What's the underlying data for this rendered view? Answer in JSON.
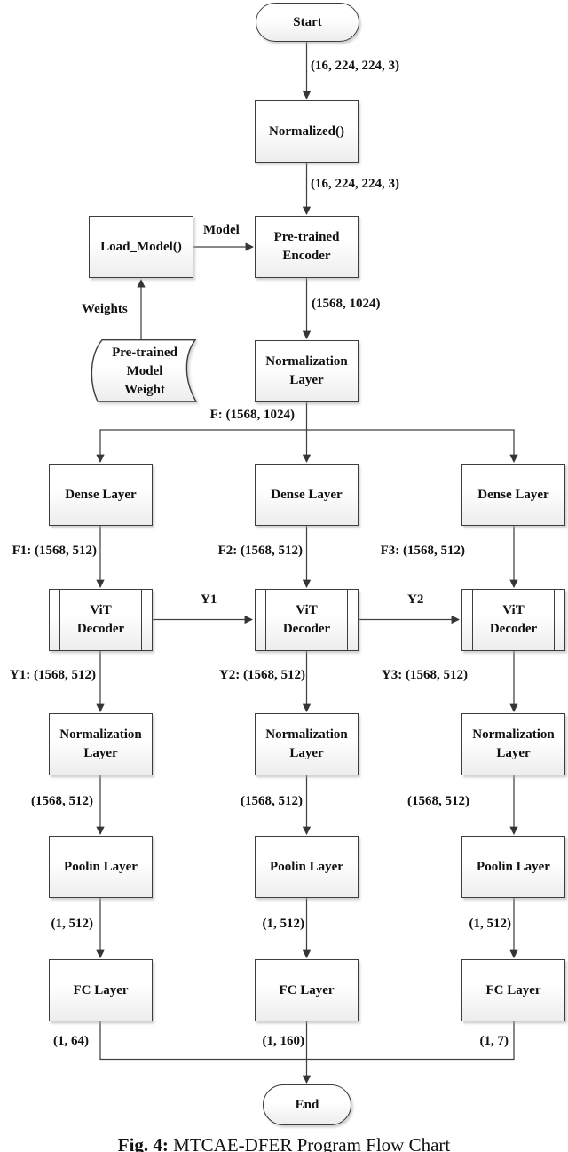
{
  "diagram": {
    "nodes": {
      "start": "Start",
      "normalized": "Normalized()",
      "load_model": "Load_Model()",
      "encoder": "Pre-trained\nEncoder",
      "weight": "Pre-trained\nModel\nWeight",
      "norm_top": "Normalization\nLayer",
      "dense": "Dense Layer",
      "vit": "ViT\nDecoder",
      "norm": "Normalization\nLayer",
      "pool": "Poolin Layer",
      "fc": "FC Layer",
      "end": "End"
    },
    "edge_labels": {
      "start_out": "(16, 224, 224, 3)",
      "normalized_out": "(16, 224, 224, 3)",
      "model": "Model",
      "weights": "Weights",
      "encoder_out": "(1568, 1024)",
      "fan_out": "F: (1568, 1024)",
      "f1": "F1: (1568, 512)",
      "f2": "F2: (1568, 512)",
      "f3": "F3: (1568, 512)",
      "y1_pass": "Y1",
      "y2_pass": "Y2",
      "y1": "Y1: (1568, 512)",
      "y2": "Y2: (1568, 512)",
      "y3": "Y3: (1568, 512)",
      "norm_out": "(1568, 512)",
      "pool_out": "(1, 512)",
      "out1": "(1, 64)",
      "out2": "(1, 160)",
      "out3": "(1, 7)"
    },
    "colors": {
      "line": "#404040",
      "border": "#3d3d3d",
      "text": "#111111",
      "fill_top": "#ffffff",
      "fill_bottom": "#ededed"
    }
  },
  "caption": {
    "label": "Fig. 4:",
    "title": "MTCAE-DFER Program Flow Chart"
  }
}
